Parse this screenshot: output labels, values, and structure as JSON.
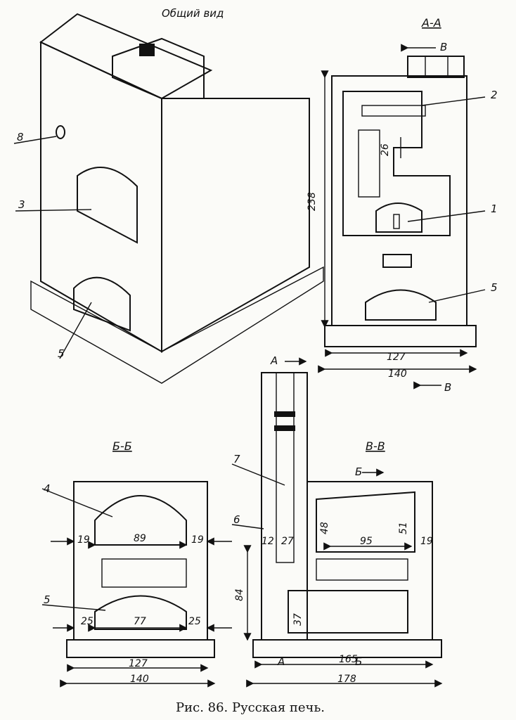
{
  "titles": {
    "general_view": "Общий вид",
    "section_aa": "А-А",
    "section_bb": "Б-Б",
    "section_vv": "В-В"
  },
  "caption": "Рис. 86. Русская печь.",
  "callouts": [
    "1",
    "2",
    "3",
    "4",
    "5",
    "6",
    "7",
    "8"
  ],
  "section_markers": {
    "a": "А",
    "b": "Б",
    "v": "В"
  },
  "dimensions": {
    "aa": {
      "height": "238",
      "inner": "127",
      "outer": "140",
      "gap": "26"
    },
    "bb": {
      "arch_span": "89",
      "wall_l": "19",
      "wall_r": "19",
      "opening": "77",
      "side_l": "25",
      "side_r": "25",
      "inner": "127",
      "outer": "140"
    },
    "vv": {
      "height_84": "84",
      "wall_12": "12",
      "chimney_27": "27",
      "h48": "48",
      "depth_95": "95",
      "h51": "51",
      "wall_19": "19",
      "h37": "37",
      "inner": "165",
      "outer": "178"
    }
  }
}
